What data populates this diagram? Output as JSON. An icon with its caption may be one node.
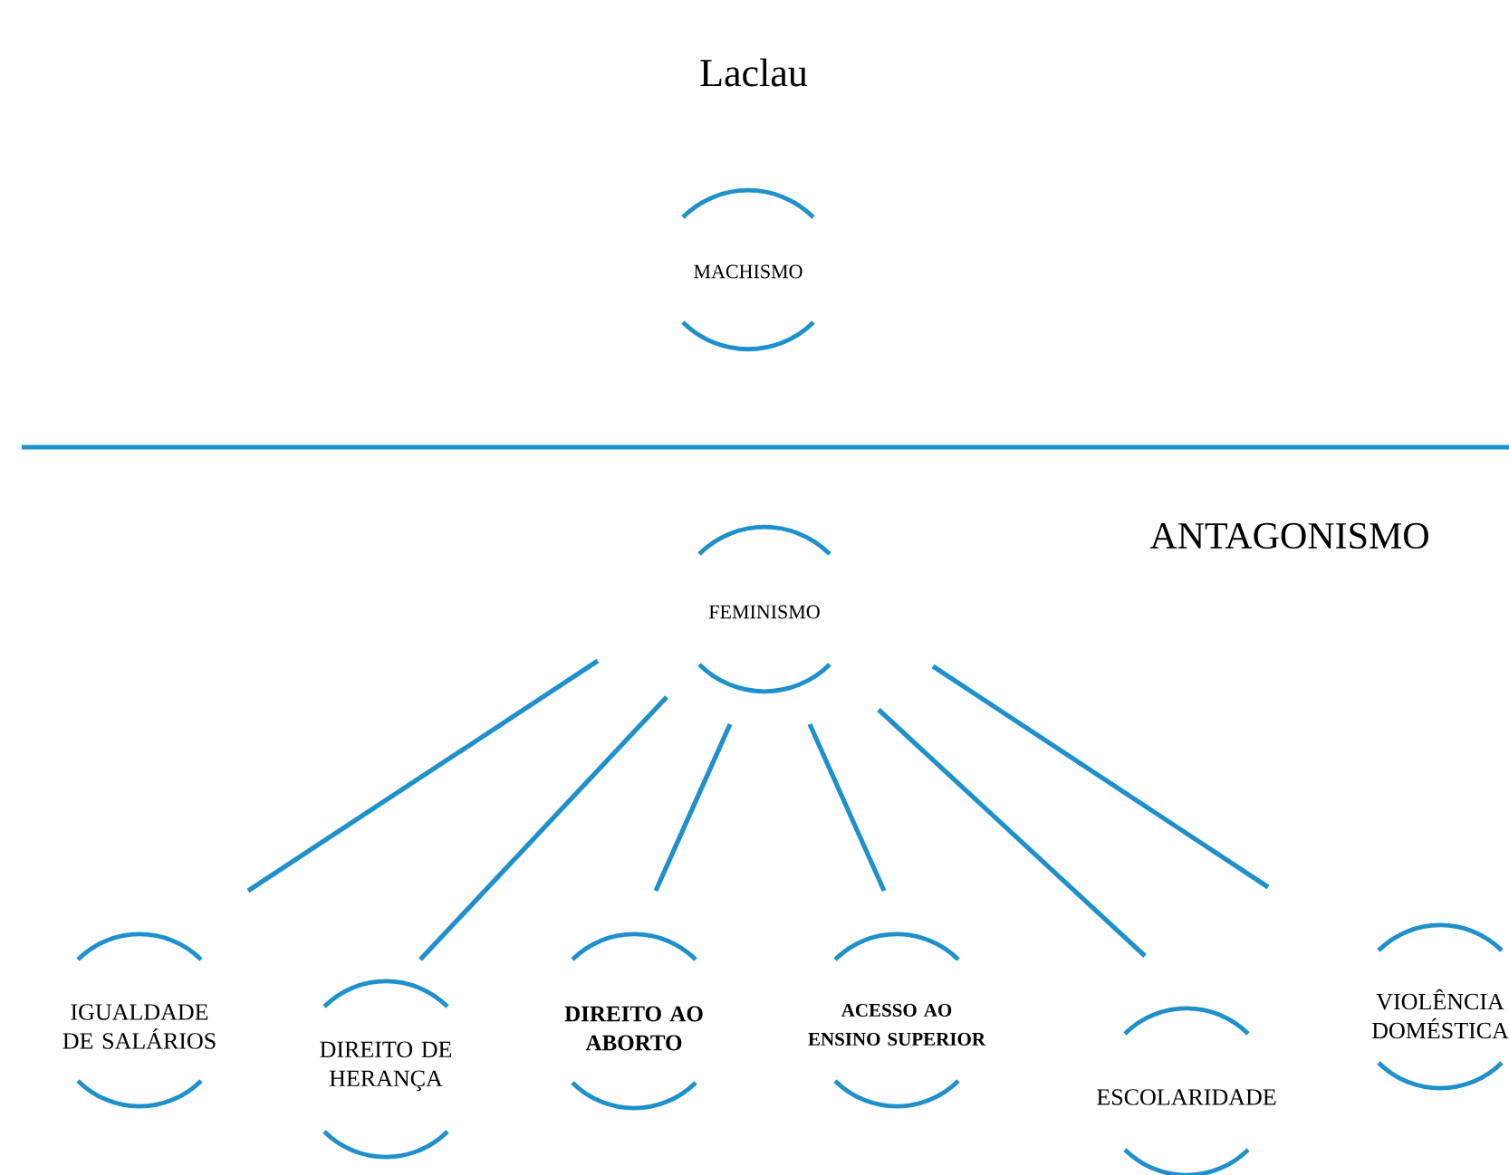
{
  "diagram": {
    "title": "Laclau",
    "nodes": [
      {
        "text": [
          "MACHISMO"
        ]
      },
      {
        "text": [
          "FEMINISMO"
        ]
      },
      {
        "text": [
          "IGUALDADE DE SALÁRIOS"
        ]
      },
      {
        "text": [
          "DIREITO DE HERANÇA"
        ]
      },
      {
        "text": [
          "DIREITO AO ABORTO"
        ]
      },
      {
        "text": [
          "ACESSO AO ENSINO SUPERIOR"
        ]
      },
      {
        "text": [
          "ESCOLARIDADE"
        ]
      },
      {
        "text": [
          "VIOLÊNCIA DOMÉSTICA"
        ]
      }
    ],
    "edges": [
      {
        "from": 1,
        "to": 2,
        "arrow": "none"
      },
      {
        "from": 1,
        "to": 3,
        "arrow": "none"
      },
      {
        "from": 1,
        "to": 4,
        "arrow": "none"
      },
      {
        "from": 1,
        "to": 5,
        "arrow": "none"
      },
      {
        "from": 1,
        "to": 6,
        "arrow": "none"
      },
      {
        "from": 1,
        "to": 7,
        "arrow": "none"
      }
    ],
    "labels": [
      "ANTAGONISMO"
    ]
  }
}
